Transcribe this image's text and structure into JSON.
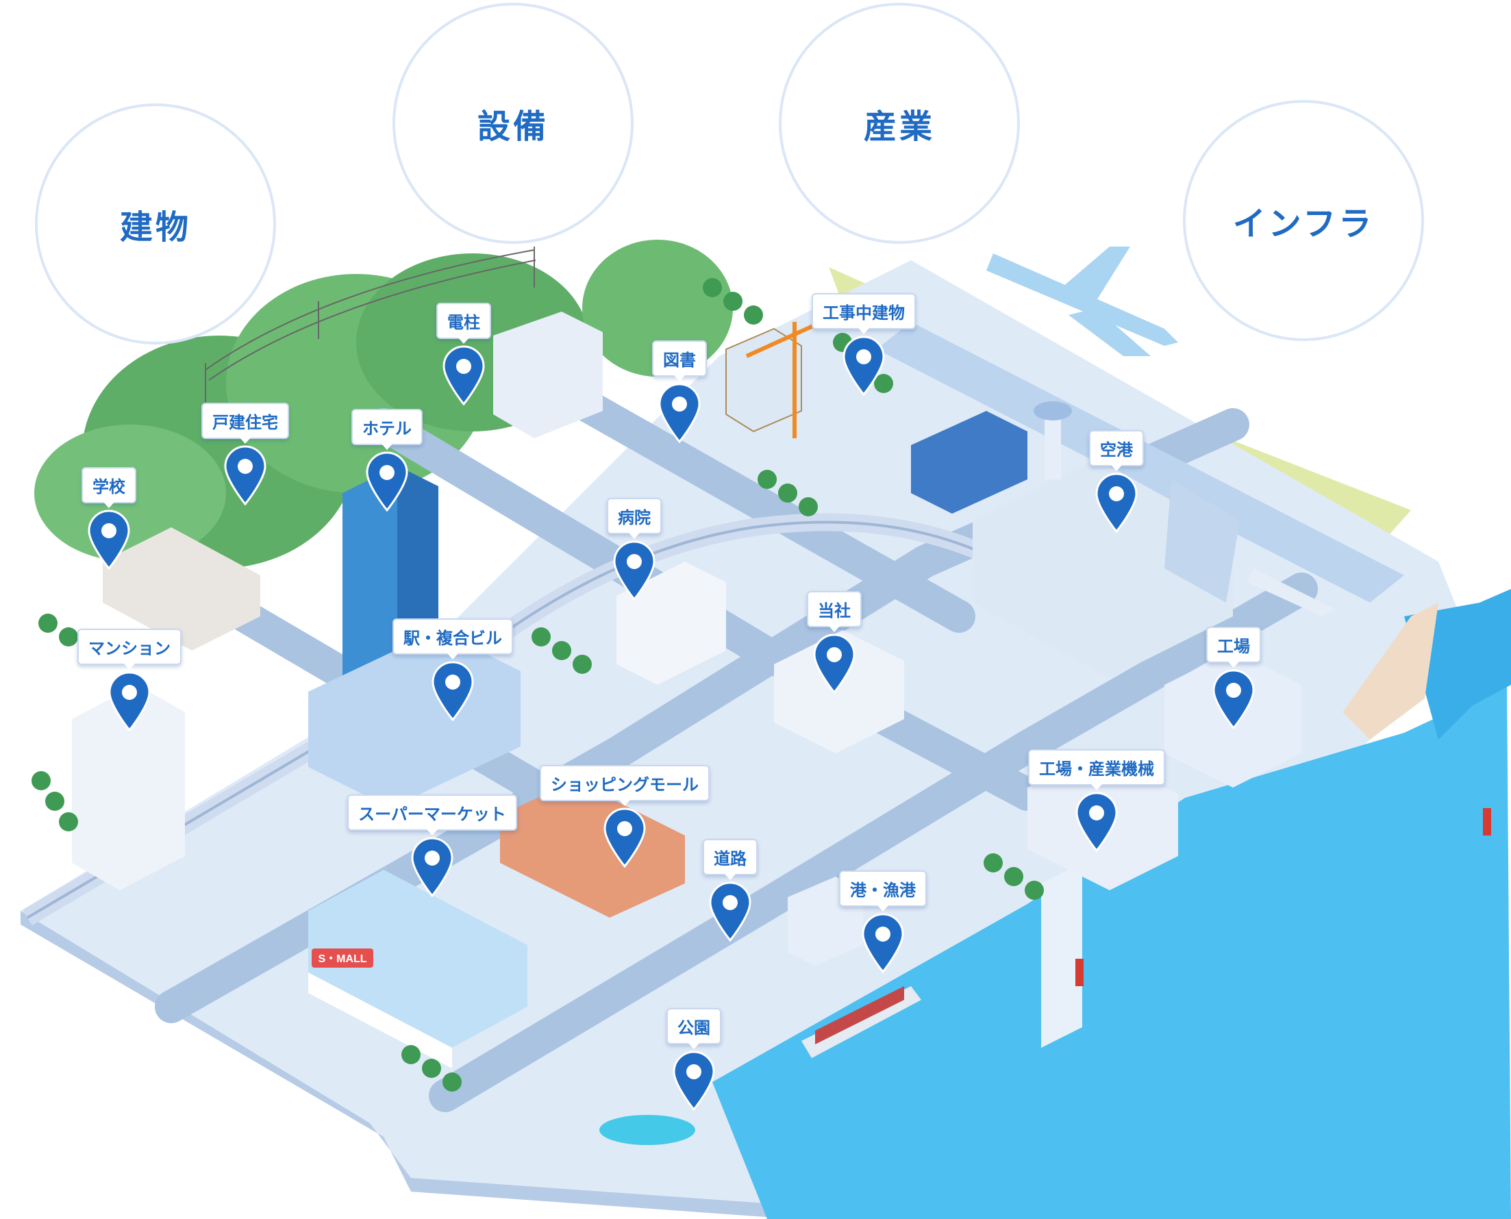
{
  "categories": [
    {
      "id": "building",
      "label": "建物"
    },
    {
      "id": "equipment",
      "label": "設備"
    },
    {
      "id": "industry",
      "label": "産業"
    },
    {
      "id": "infrastructure",
      "label": "インフラ"
    }
  ],
  "pins": [
    {
      "id": "utility-pole",
      "label": "電柱"
    },
    {
      "id": "library",
      "label": "図書"
    },
    {
      "id": "construction",
      "label": "工事中建物"
    },
    {
      "id": "house",
      "label": "戸建住宅"
    },
    {
      "id": "hotel",
      "label": "ホテル"
    },
    {
      "id": "school",
      "label": "学校"
    },
    {
      "id": "hospital",
      "label": "病院"
    },
    {
      "id": "airport",
      "label": "空港"
    },
    {
      "id": "our-company",
      "label": "当社"
    },
    {
      "id": "station",
      "label": "駅・複合ビル"
    },
    {
      "id": "mansion",
      "label": "マンション"
    },
    {
      "id": "factory",
      "label": "工場"
    },
    {
      "id": "factory-machinery",
      "label": "工場・産業機械"
    },
    {
      "id": "shopping-mall",
      "label": "ショッピングモール"
    },
    {
      "id": "supermarket",
      "label": "スーパーマーケット"
    },
    {
      "id": "road",
      "label": "道路"
    },
    {
      "id": "port",
      "label": "港・漁港"
    },
    {
      "id": "park",
      "label": "公園"
    }
  ],
  "signs": {
    "mall": "S・MALL"
  },
  "colors": {
    "accent": "#1f6ac3",
    "ring": "#dbe6f6",
    "sea": "#4dbff0",
    "road": "#a9c3e1",
    "ground": "#dfeaf7",
    "grass": "#e0eaa8",
    "hill": "#6dbb72",
    "tree": "#3f9a53"
  }
}
